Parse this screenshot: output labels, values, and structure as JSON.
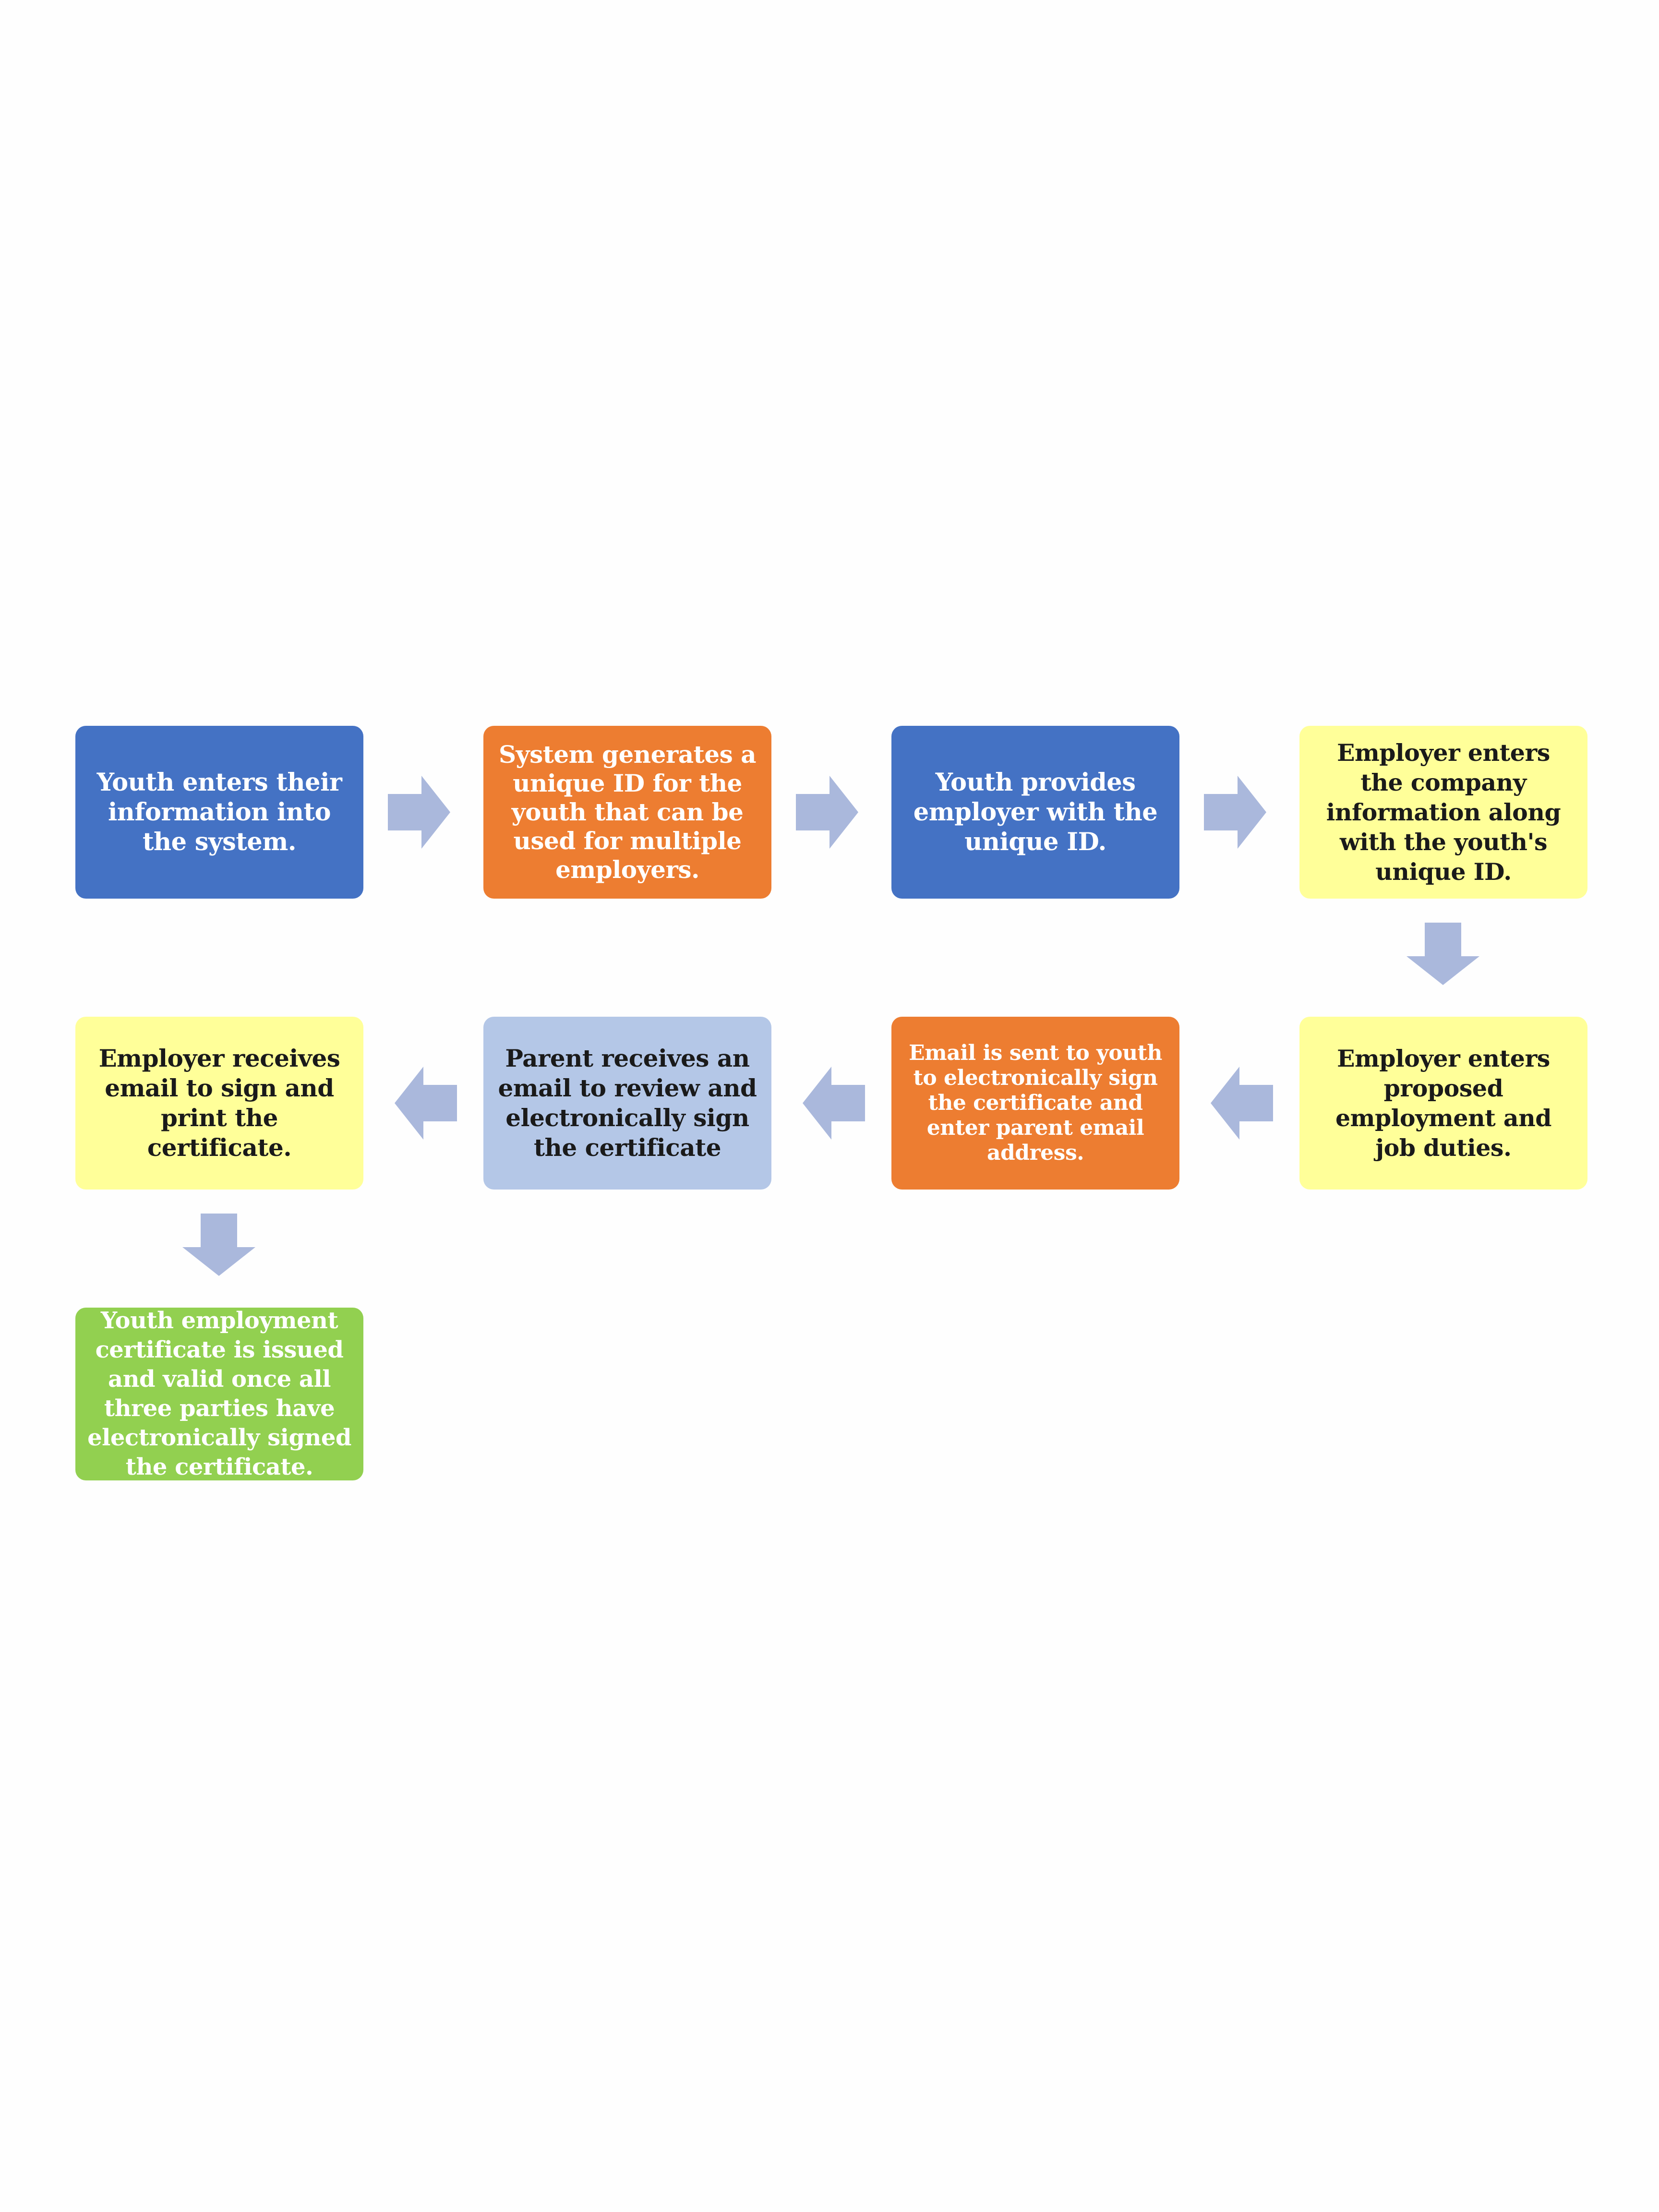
{
  "colors": {
    "blue": "#4472c4",
    "orange": "#ed7d31",
    "yellow": "#ffff99",
    "light_blue": "#b4c7e7",
    "green": "#92d050",
    "arrow": "#aab8dc"
  },
  "steps": [
    {
      "text": "Youth enters their information into the system."
    },
    {
      "text": "System generates a unique ID for the youth that can be used for multiple employers."
    },
    {
      "text": "Youth provides employer with the unique ID."
    },
    {
      "text": "Employer enters the company information along with the youth's unique ID."
    },
    {
      "text": "Employer enters proposed employment and job duties."
    },
    {
      "text": "Email  is sent to youth to electronically  sign the certificate and enter parent  email address."
    },
    {
      "text": "Parent receives an email to review and electronically sign the certificate"
    },
    {
      "text": "Employer receives email to sign and print the certificate."
    },
    {
      "text": "Youth employment certificate is issued and valid once all three parties have electronically signed the certificate."
    }
  ],
  "arrows": [
    {
      "icon": "arrow-right-icon"
    },
    {
      "icon": "arrow-right-icon"
    },
    {
      "icon": "arrow-right-icon"
    },
    {
      "icon": "arrow-down-icon"
    },
    {
      "icon": "arrow-left-icon"
    },
    {
      "icon": "arrow-left-icon"
    },
    {
      "icon": "arrow-left-icon"
    },
    {
      "icon": "arrow-down-icon"
    }
  ]
}
